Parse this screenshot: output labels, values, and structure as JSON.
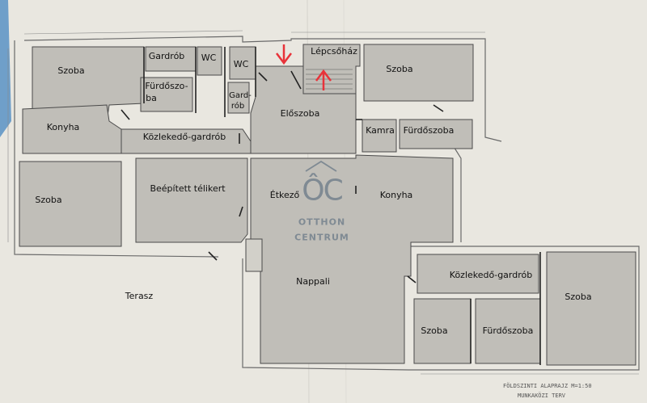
{
  "rooms": {
    "szoba_tl": "Szoba",
    "gardrob_top": "Gardrób",
    "wc_1": "WC",
    "wc_2": "WC",
    "furdoszoba_split_1": "Fürdőszo-",
    "furdoszoba_split_2": "ba",
    "gardrob_split_1": "Gard-",
    "gardrob_split_2": "rób",
    "lepcsohaz": "Lépcsőház",
    "szoba_tr": "Szoba",
    "konyha_left": "Konyha",
    "kozlekedo_gardrob_top": "Közlekedő-gardrób",
    "eloszoba": "Előszoba",
    "kamra": "Kamra",
    "furdoszoba_tr": "Fürdőszoba",
    "szoba_left": "Szoba",
    "beepitett_telikert": "Beépített télikert",
    "etkezo": "Étkező",
    "konyha_right": "Konyha",
    "terasz": "Terasz",
    "nappali": "Nappali",
    "kozlekedo_gardrob_bottom": "Közlekedő-gardrób",
    "szoba_br": "Szoba",
    "szoba_bm": "Szoba",
    "furdoszoba_bm": "Fürdőszoba"
  },
  "watermark": {
    "logo_letters": "ÔC",
    "line1": "OTTHON",
    "line2": "CENTRUM",
    "color": "#7f8a93"
  },
  "footnote": {
    "line1": "FÖLDSZINTI ALAPRAJZ  M=1:50",
    "line2": "MUNKAKÖZI TERV"
  },
  "colors": {
    "paper": "#eae8e2",
    "room_fill": "#c0beb8",
    "wall": "#4a4a4a",
    "arrow": "#e8333a",
    "sky": "#6f9fc9"
  }
}
